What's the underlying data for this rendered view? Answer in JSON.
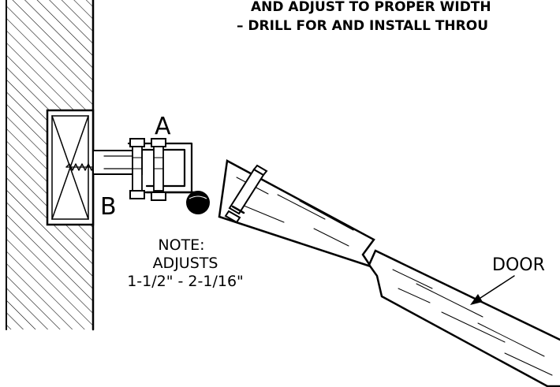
{
  "header": {
    "line1": "AND ADJUST TO PROPER WIDTH",
    "line2": "–  DRILL FOR AND INSTALL THROU"
  },
  "labels": {
    "a": "A",
    "b": "B",
    "note_title": "NOTE:",
    "note_line1": "ADJUSTS",
    "note_line2": "1-1/2\" - 2-1/16\"",
    "door": "DOOR"
  },
  "colors": {
    "ink": "#000000",
    "paper": "#ffffff"
  }
}
